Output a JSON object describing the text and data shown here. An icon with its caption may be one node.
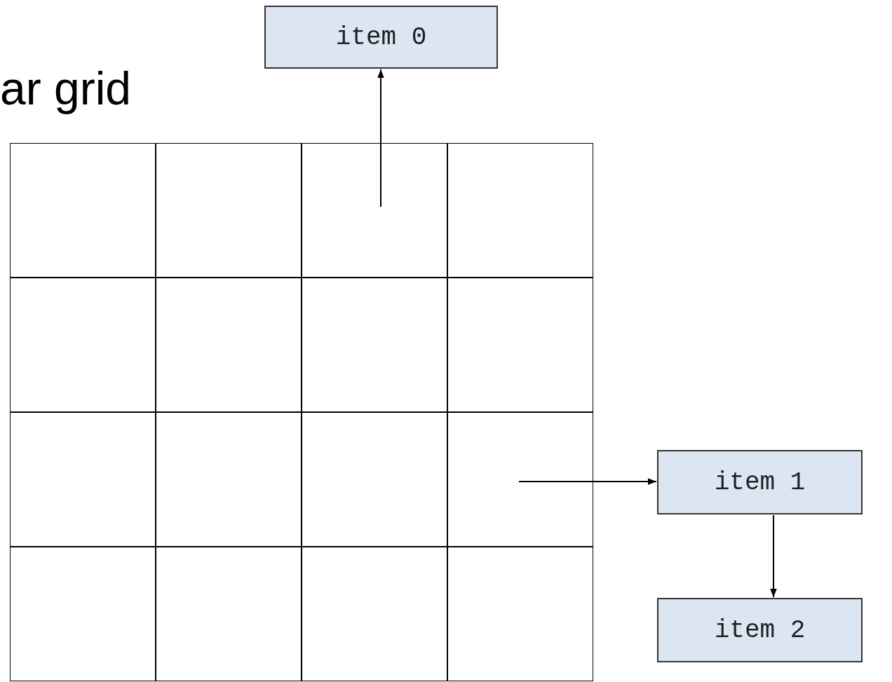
{
  "diagram": {
    "title": "ar grid",
    "nodes": [
      {
        "text": [],
        "shape": "box"
      },
      {
        "text": [],
        "shape": "box"
      },
      {
        "text": [],
        "shape": "box"
      },
      {
        "text": [],
        "shape": "box"
      },
      {
        "text": [],
        "shape": "box"
      },
      {
        "text": [],
        "shape": "box"
      },
      {
        "text": [],
        "shape": "box"
      },
      {
        "text": [],
        "shape": "box"
      },
      {
        "text": [],
        "shape": "box"
      },
      {
        "text": [],
        "shape": "box"
      },
      {
        "text": [],
        "shape": "box"
      },
      {
        "text": [],
        "shape": "box"
      },
      {
        "text": [],
        "shape": "box"
      },
      {
        "text": [],
        "shape": "box"
      },
      {
        "text": [],
        "shape": "box"
      },
      {
        "text": [],
        "shape": "box"
      },
      {
        "text": [
          "item 0"
        ]
      },
      {
        "text": [
          "item 1"
        ]
      },
      {
        "text": [
          "item 2"
        ]
      }
    ],
    "edges": [
      {
        "from": 2,
        "to": 16,
        "arrow": "to"
      },
      {
        "from": 11,
        "to": 17,
        "arrow": "to"
      },
      {
        "from": 17,
        "to": 18,
        "arrow": "to"
      }
    ]
  }
}
